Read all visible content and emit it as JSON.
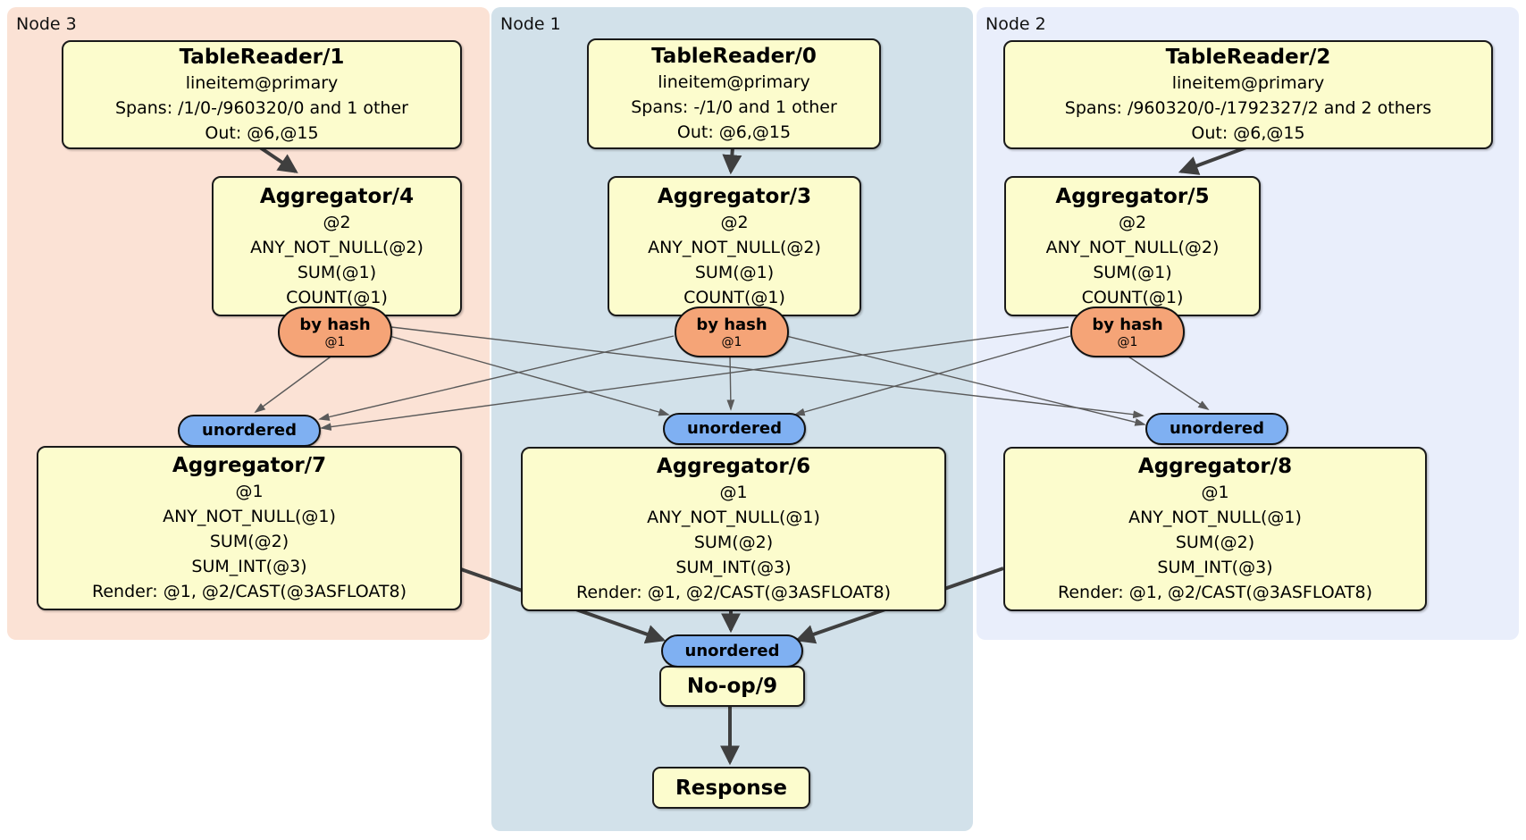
{
  "groups": [
    {
      "id": "node3",
      "label": "Node 3"
    },
    {
      "id": "node1",
      "label": "Node 1"
    },
    {
      "id": "node2",
      "label": "Node 2"
    }
  ],
  "processors": {
    "tr1": {
      "title": "TableReader/1",
      "lines": [
        "lineitem@primary",
        "Spans: /1/0-/960320/0 and 1 other",
        "Out: @6,@15"
      ]
    },
    "tr0": {
      "title": "TableReader/0",
      "lines": [
        "lineitem@primary",
        "Spans: -/1/0 and 1 other",
        "Out: @6,@15"
      ]
    },
    "tr2": {
      "title": "TableReader/2",
      "lines": [
        "lineitem@primary",
        "Spans: /960320/0-/1792327/2 and 2 others",
        "Out: @6,@15"
      ]
    },
    "agg4": {
      "title": "Aggregator/4",
      "lines": [
        "@2",
        "ANY_NOT_NULL(@2)",
        "SUM(@1)",
        "COUNT(@1)"
      ]
    },
    "agg3": {
      "title": "Aggregator/3",
      "lines": [
        "@2",
        "ANY_NOT_NULL(@2)",
        "SUM(@1)",
        "COUNT(@1)"
      ]
    },
    "agg5": {
      "title": "Aggregator/5",
      "lines": [
        "@2",
        "ANY_NOT_NULL(@2)",
        "SUM(@1)",
        "COUNT(@1)"
      ]
    },
    "agg7": {
      "title": "Aggregator/7",
      "lines": [
        "@1",
        "ANY_NOT_NULL(@1)",
        "SUM(@2)",
        "SUM_INT(@3)",
        "Render: @1, @2/CAST(@3ASFLOAT8)"
      ]
    },
    "agg6": {
      "title": "Aggregator/6",
      "lines": [
        "@1",
        "ANY_NOT_NULL(@1)",
        "SUM(@2)",
        "SUM_INT(@3)",
        "Render: @1, @2/CAST(@3ASFLOAT8)"
      ]
    },
    "agg8": {
      "title": "Aggregator/8",
      "lines": [
        "@1",
        "ANY_NOT_NULL(@1)",
        "SUM(@2)",
        "SUM_INT(@3)",
        "Render: @1, @2/CAST(@3ASFLOAT8)"
      ]
    },
    "noop": {
      "title": "No-op/9"
    },
    "response": {
      "title": "Response"
    }
  },
  "routers": {
    "bh4": {
      "label": "by hash",
      "detail": "@1"
    },
    "bh3": {
      "label": "by hash",
      "detail": "@1"
    },
    "bh5": {
      "label": "by hash",
      "detail": "@1"
    }
  },
  "syncs": {
    "u7": {
      "label": "unordered"
    },
    "u6": {
      "label": "unordered"
    },
    "u8": {
      "label": "unordered"
    },
    "ufinal": {
      "label": "unordered"
    }
  },
  "colors": {
    "group_node3": "#fbe2d5",
    "group_node1": "#d2e1ea",
    "group_node2": "#e9eefb",
    "processor_fill": "#fcfccd",
    "router_fill": "#f5a477",
    "sync_fill": "#7fb0f2",
    "edge_thick": "#3f3f3f",
    "edge_thin": "#5a5a5a"
  },
  "edges": {
    "thick": [
      {
        "from": "tablereader-1",
        "to": "aggregator-4"
      },
      {
        "from": "tablereader-0",
        "to": "aggregator-3"
      },
      {
        "from": "tablereader-2",
        "to": "aggregator-5"
      },
      {
        "from": "aggregator-7",
        "to": "final-unordered"
      },
      {
        "from": "aggregator-6",
        "to": "final-unordered"
      },
      {
        "from": "aggregator-8",
        "to": "final-unordered"
      },
      {
        "from": "no-op-9",
        "to": "response"
      }
    ],
    "thin": [
      {
        "from": "byhash-4",
        "to": "unordered-7"
      },
      {
        "from": "byhash-4",
        "to": "unordered-6"
      },
      {
        "from": "byhash-4",
        "to": "unordered-8"
      },
      {
        "from": "byhash-3",
        "to": "unordered-7"
      },
      {
        "from": "byhash-3",
        "to": "unordered-6"
      },
      {
        "from": "byhash-3",
        "to": "unordered-8"
      },
      {
        "from": "byhash-5",
        "to": "unordered-7"
      },
      {
        "from": "byhash-5",
        "to": "unordered-6"
      },
      {
        "from": "byhash-5",
        "to": "unordered-8"
      }
    ]
  }
}
